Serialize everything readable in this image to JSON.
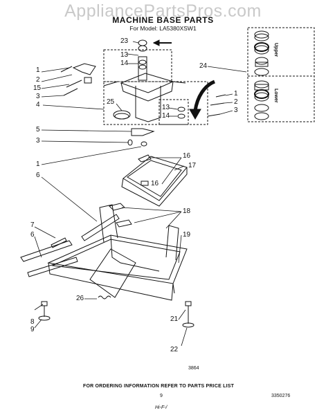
{
  "watermark": "AppliancePartsPros.com",
  "title": "MACHINE BASE PARTS",
  "model": "For Model: LA5380XSW1",
  "side_labels": {
    "upper": "Upper",
    "lower": "Lower"
  },
  "callouts": {
    "c1": "1",
    "c2": "2",
    "c3": "3",
    "c4": "4",
    "c5": "5",
    "c6": "6",
    "c7": "7",
    "c8": "8",
    "c9": "9",
    "c13": "13",
    "c14": "14",
    "c15": "15",
    "c16": "16",
    "c17": "17",
    "c18": "18",
    "c19": "19",
    "c21": "21",
    "c22": "22",
    "c23": "23",
    "c24": "24",
    "c25": "25",
    "c26": "26"
  },
  "footer": {
    "drawing_no": "3864",
    "ordering_note": "FOR ORDERING INFORMATION REFER TO PARTS PRICE LIST",
    "page_no": "9",
    "doc_no": "3350276",
    "handwritten": "Hi-F-/"
  }
}
